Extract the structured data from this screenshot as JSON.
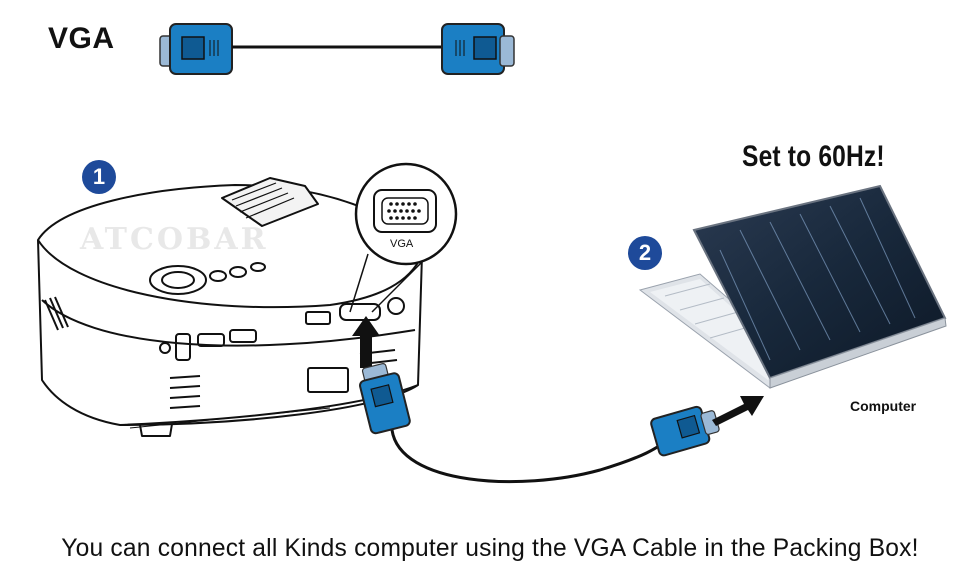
{
  "labels": {
    "vga_title": "VGA",
    "heading": "Set to 60Hz!",
    "computer": "Computer",
    "port_tag": "VGA",
    "watermark": "ATCOBAR",
    "caption": "You can connect all Kinds computer using the VGA Cable in the Packing Box!"
  },
  "steps": [
    {
      "number": "1"
    },
    {
      "number": "2"
    }
  ],
  "colors": {
    "connector_blue": "#1b7fc4",
    "badge_blue": "#1e4a9a",
    "line_black": "#111111"
  },
  "icons": [
    "vga-cable-icon",
    "projector-illustration",
    "laptop-illustration",
    "vga-port-icon",
    "arrow-icon"
  ]
}
